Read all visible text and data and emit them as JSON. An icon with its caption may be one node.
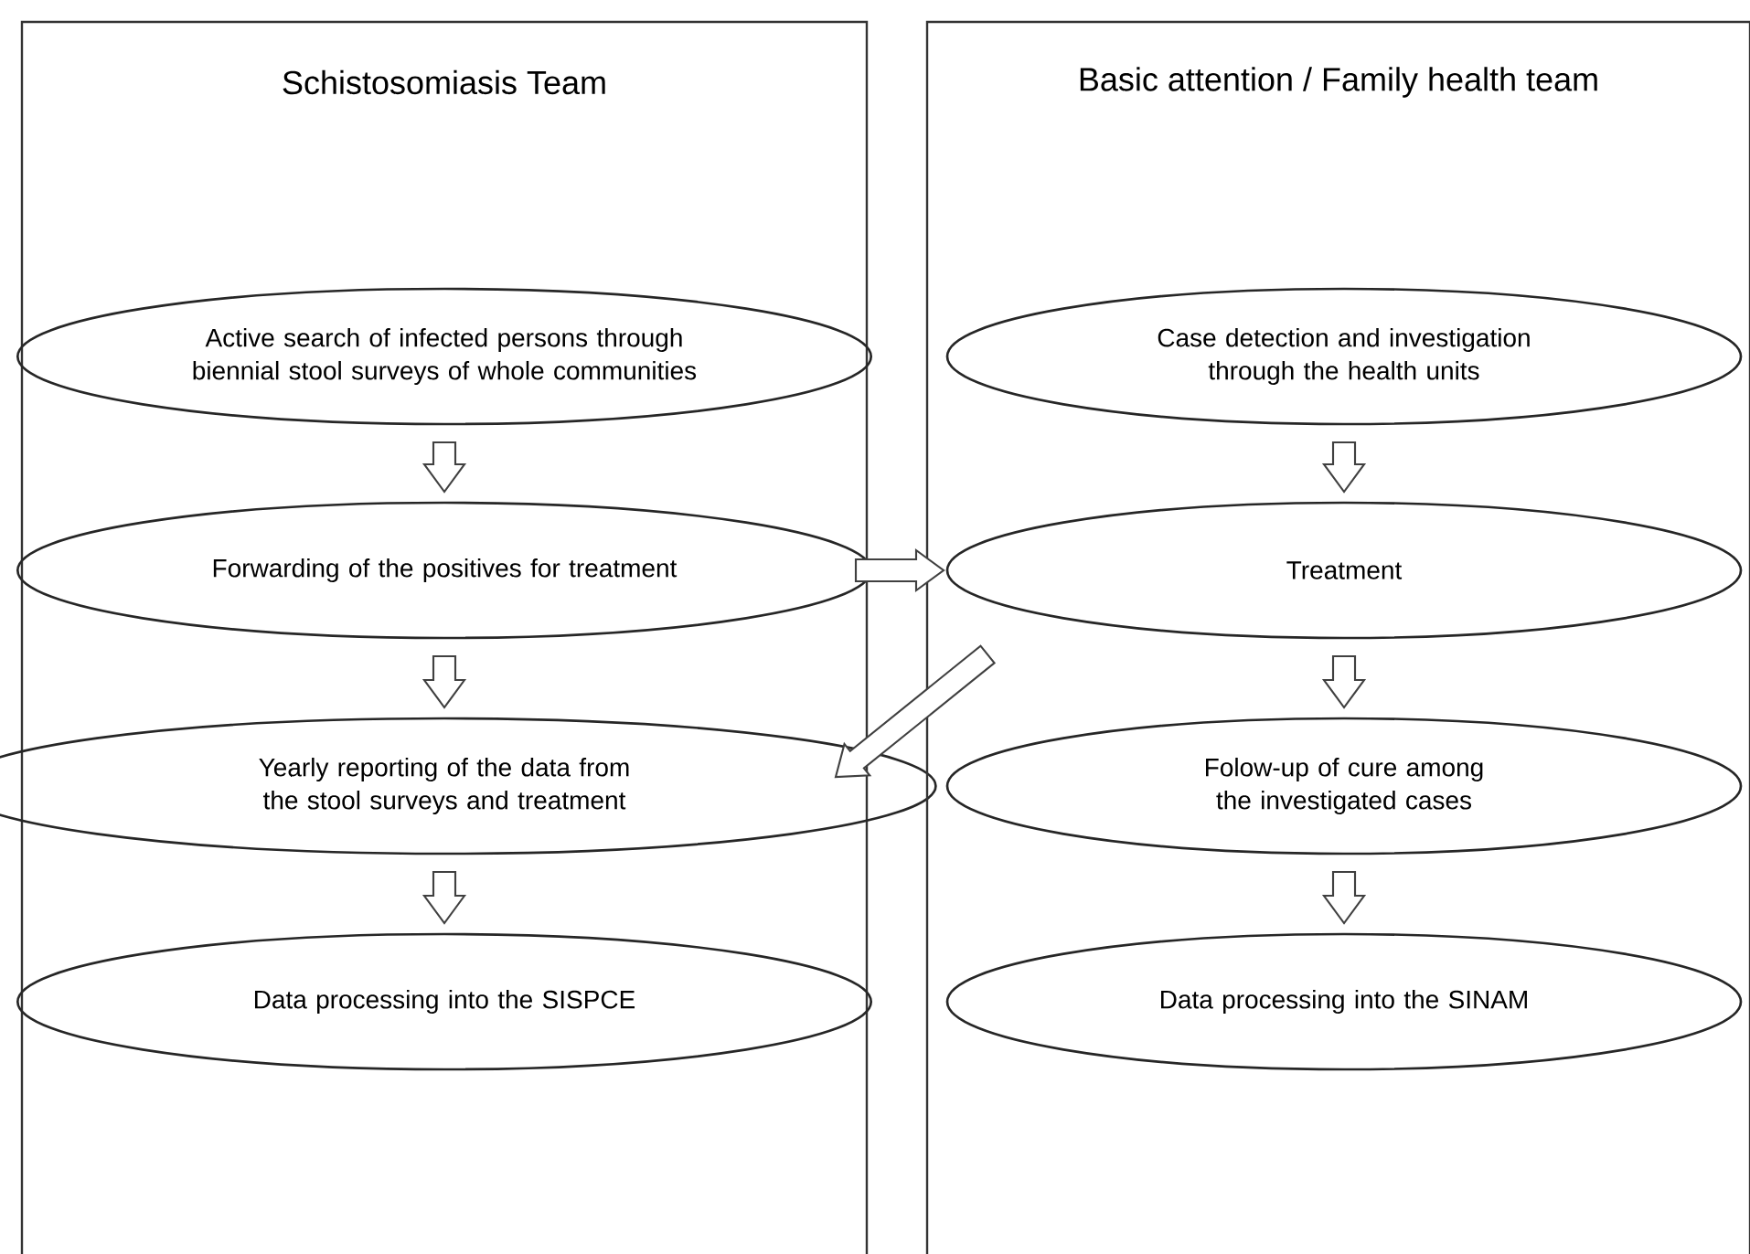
{
  "diagram": {
    "nodes": [
      {
        "text": [
          "Schistosomiasis Team"
        ]
      },
      {
        "text": [
          "Active search of infected persons through biennial stool surveys of whole communities"
        ],
        "in": 0
      },
      {
        "text": [
          "Forwarding of the positives for treatment"
        ],
        "in": 0
      },
      {
        "text": [
          "Yearly reporting of the data from the stool surveys and treatment"
        ],
        "in": 0
      },
      {
        "text": [
          "Data processing into the SISPCE"
        ],
        "in": 0
      },
      {
        "text": [
          "Basic attention / Family health team"
        ]
      },
      {
        "text": [
          "Case detection and investigation through the health units"
        ],
        "in": 5
      },
      {
        "text": [
          "Treatment"
        ],
        "in": 5
      },
      {
        "text": [
          "Folow-up of cure among the investigated cases"
        ],
        "in": 5
      },
      {
        "text": [
          "Data processing into the SINAM"
        ],
        "in": 5
      }
    ],
    "edges": [
      {
        "from": 1,
        "to": 2,
        "arrow": "to"
      },
      {
        "from": 2,
        "to": 3,
        "arrow": "to"
      },
      {
        "from": 3,
        "to": 4,
        "arrow": "to"
      },
      {
        "from": 6,
        "to": 7,
        "arrow": "to"
      },
      {
        "from": 7,
        "to": 8,
        "arrow": "to"
      },
      {
        "from": 8,
        "to": 9,
        "arrow": "to"
      },
      {
        "from": 2,
        "to": 7,
        "arrow": "to"
      },
      {
        "from": 7,
        "to": 3,
        "arrow": "to"
      }
    ]
  }
}
